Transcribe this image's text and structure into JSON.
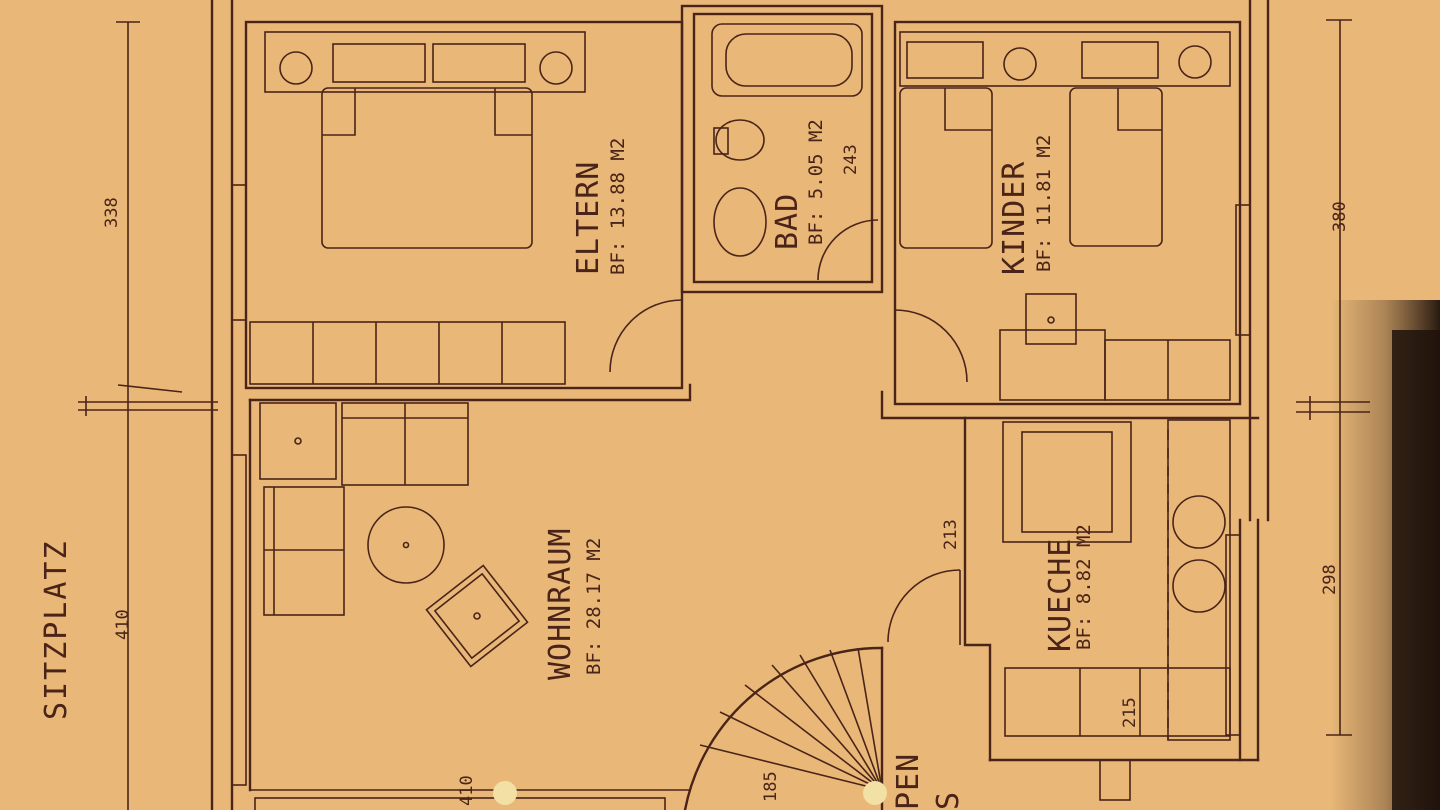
{
  "rooms": {
    "eltern": {
      "name": "ELTERN",
      "area": "BF: 13.88 M2"
    },
    "bad": {
      "name": "BAD",
      "area": "BF: 5.05 M2",
      "dim": "243"
    },
    "kinder": {
      "name": "KINDER",
      "area": "BF: 11.81 M2"
    },
    "wohnraum": {
      "name": "WOHNRAUM",
      "area": "BF: 28.17 M2"
    },
    "kueche": {
      "name": "KUECHE",
      "area": "BF: 8.82 M2"
    }
  },
  "outside": {
    "sitzplatz": "SITZPLATZ"
  },
  "stair": {
    "label_a": "PEN",
    "label_b": "S",
    "step": "185"
  },
  "dimensions": {
    "left_top": "338",
    "left_bottom": "410",
    "right_top": "380",
    "right_bottom": "298",
    "door": "213",
    "kitchen_counter": "215",
    "bottom_left": "410"
  },
  "colors": {
    "paper": "#e9b878",
    "ink": "#4a2418",
    "shadow": "#3a2416"
  }
}
